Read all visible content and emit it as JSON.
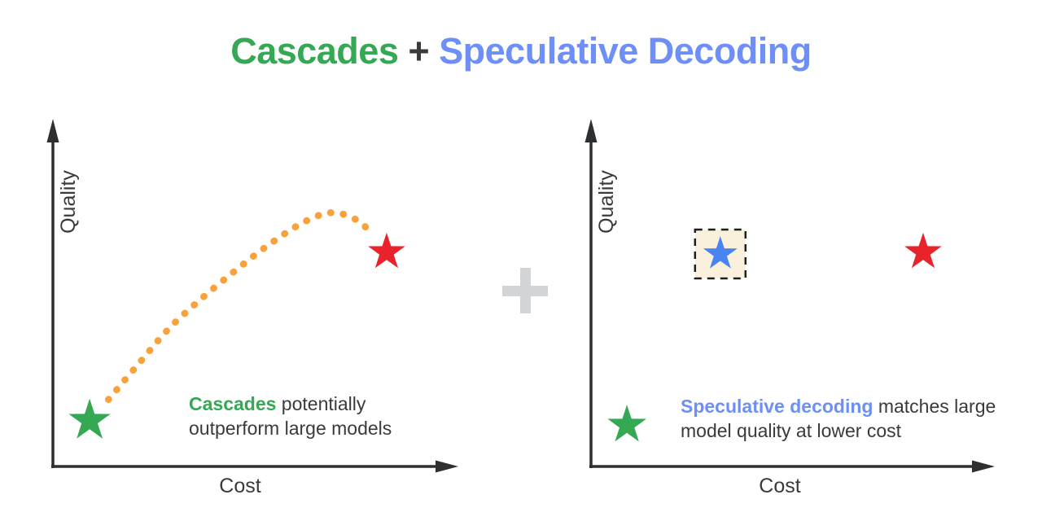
{
  "title": {
    "cascades": "Cascades",
    "separator": " + ",
    "speculative": "Speculative Decoding"
  },
  "colors": {
    "title_green": "#34A853",
    "title_blue": "#6D8FF7",
    "star_green": "#34A853",
    "star_red": "#E8232C",
    "star_blue": "#4984F0",
    "curve_orange": "#F9A13A",
    "box_fill": "#FAF1DC",
    "box_border": "#1F1F1F",
    "axis": "#2E2F31",
    "text": "#3A3A3A",
    "plus_gray": "#D2D4D6"
  },
  "plus_icon": "plus-separator",
  "chart_data": [
    {
      "type": "scatter",
      "id": "cascades",
      "xlabel": "Cost",
      "ylabel": "Quality",
      "grid": false,
      "axis_ranges": "unlabeled conceptual axes (quality vs cost)",
      "annotation": {
        "highlight": "Cascades",
        "rest": " potentially outperform large models",
        "highlight_color": "#34A853"
      },
      "points": [
        {
          "name": "green-star",
          "marker": "star",
          "color": "#34A853",
          "x": 0.094,
          "y": 0.136,
          "r": 27
        },
        {
          "name": "red-star",
          "marker": "star",
          "color": "#E8232C",
          "x": 0.854,
          "y": 0.637,
          "r": 24
        }
      ],
      "curve": {
        "name": "cascade-tradeoff-curve",
        "style": "dotted",
        "color": "#F9A13A",
        "points": [
          {
            "x": 0.142,
            "y": 0.199
          },
          {
            "x": 0.219,
            "y": 0.305
          },
          {
            "x": 0.296,
            "y": 0.409
          },
          {
            "x": 0.375,
            "y": 0.494
          },
          {
            "x": 0.463,
            "y": 0.579
          },
          {
            "x": 0.552,
            "y": 0.659
          },
          {
            "x": 0.646,
            "y": 0.729
          },
          {
            "x": 0.719,
            "y": 0.755
          },
          {
            "x": 0.788,
            "y": 0.726
          },
          {
            "x": 0.813,
            "y": 0.683
          }
        ]
      }
    },
    {
      "type": "scatter",
      "id": "speculative-decoding",
      "xlabel": "Cost",
      "ylabel": "Quality",
      "grid": false,
      "axis_ranges": "unlabeled conceptual axes (quality vs cost)",
      "annotation": {
        "highlight": "Speculative decoding",
        "rest": " matches large model quality at lower cost",
        "highlight_color": "#6D8FF7"
      },
      "points": [
        {
          "name": "green-star",
          "marker": "star",
          "color": "#34A853",
          "x": 0.094,
          "y": 0.123,
          "r": 25
        },
        {
          "name": "blue-star-boxed",
          "marker": "star",
          "color": "#4984F0",
          "x": 0.333,
          "y": 0.632,
          "r": 22,
          "boxed": true
        },
        {
          "name": "red-star",
          "marker": "star",
          "color": "#E8232C",
          "x": 0.852,
          "y": 0.637,
          "r": 24
        }
      ]
    }
  ]
}
